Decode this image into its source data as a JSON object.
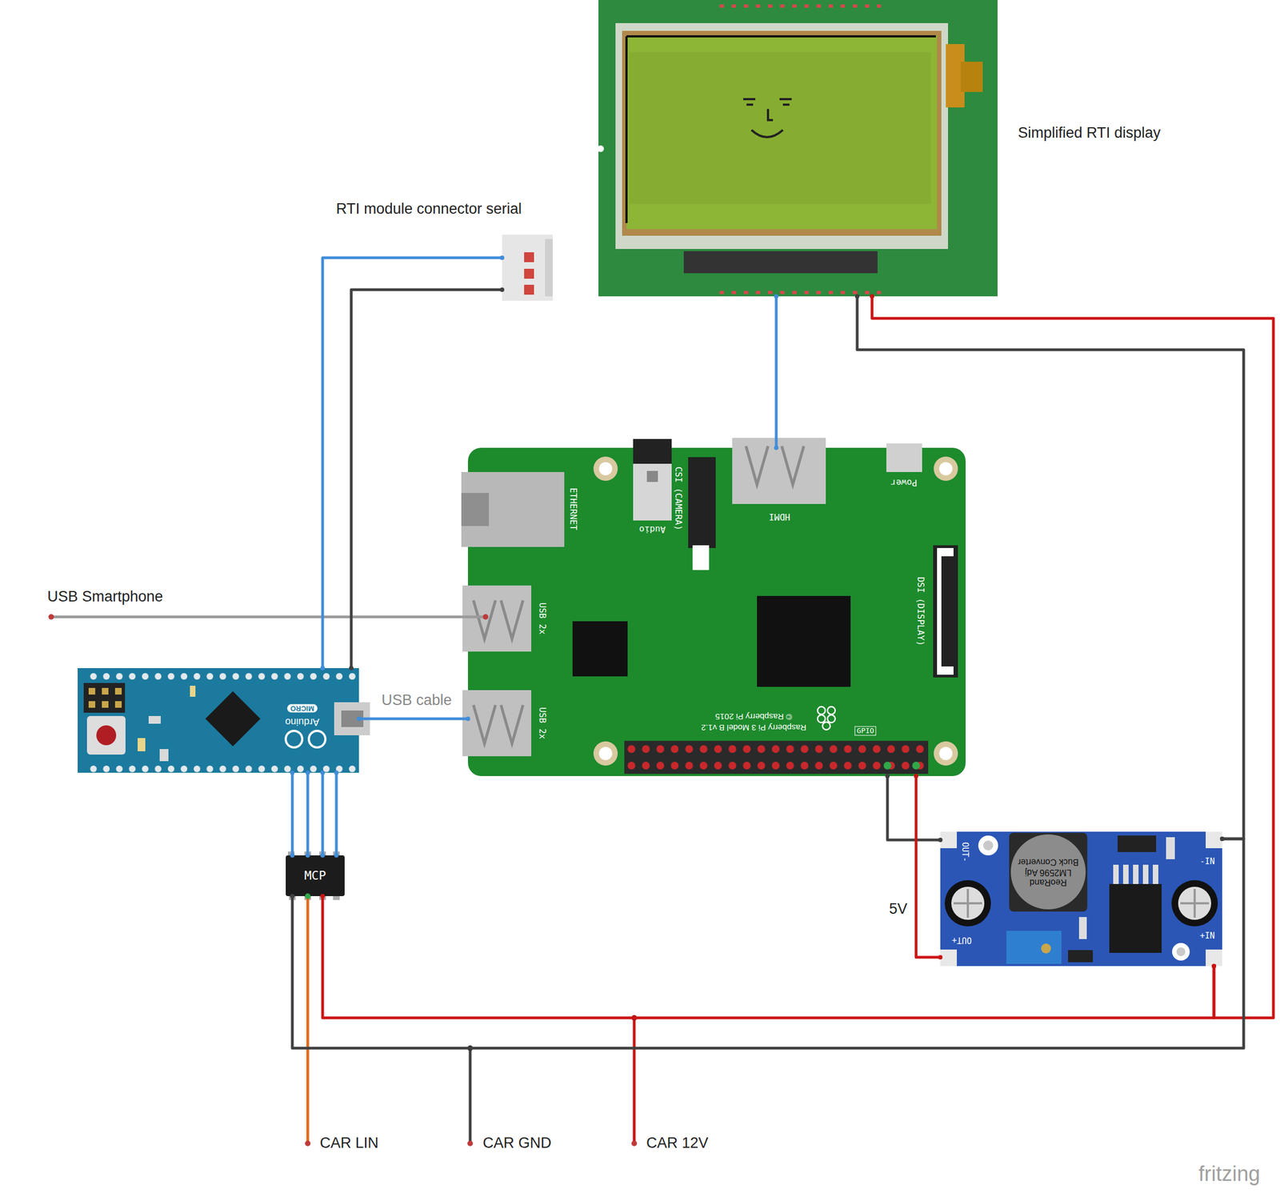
{
  "diagram": {
    "nodes": [
      {
        "text": [
          "Simplified RTI display"
        ]
      },
      {
        "text": [
          "RTI module connector serial"
        ]
      },
      {
        "text": [
          "Raspberry Pi 3 Model B v1.2",
          "© Raspberry Pi 2015"
        ]
      },
      {
        "text": [
          "Arduino",
          "MICRO"
        ]
      },
      {
        "text": [
          "MCP"
        ]
      },
      {
        "text": [
          "ReoRand LM2596 Adj Buck Converter"
        ]
      }
    ],
    "edges": [
      {
        "from": 2,
        "to": 0,
        "arrow": "none"
      },
      {
        "from": 1,
        "to": 3,
        "arrow": "none"
      },
      {
        "from": 1,
        "to": 3,
        "arrow": "none"
      },
      {
        "from": 3,
        "to": 2,
        "label": "USB cable",
        "arrow": "none"
      },
      {
        "from": 3,
        "to": 4,
        "arrow": "none"
      },
      {
        "from": 3,
        "to": 4,
        "arrow": "none"
      },
      {
        "from": 3,
        "to": 4,
        "arrow": "none"
      },
      {
        "from": 3,
        "to": 4,
        "arrow": "none"
      },
      {
        "from": 5,
        "to": 2,
        "arrow": "none"
      },
      {
        "from": 5,
        "to": 2,
        "label": "5V",
        "arrow": "none"
      },
      {
        "from": 0,
        "to": 5,
        "arrow": "none"
      },
      {
        "from": 0,
        "to": 5,
        "arrow": "none"
      },
      {
        "from": 4,
        "to": 5,
        "arrow": "none"
      },
      {
        "from": 4,
        "to": 5,
        "arrow": "none"
      }
    ],
    "labels": [
      "USB Smartphone",
      "ETHERNET",
      "Audio",
      "CSI (CAMERA)",
      "HDMI",
      "Power",
      "DSI (DISPLAY)",
      "USB 2x",
      "USB 2x",
      "GPIO",
      "OUT-",
      "OUT+",
      "-IN",
      "+IN",
      "CAR LIN",
      "CAR GND",
      "CAR 12V",
      "fritzing"
    ]
  }
}
